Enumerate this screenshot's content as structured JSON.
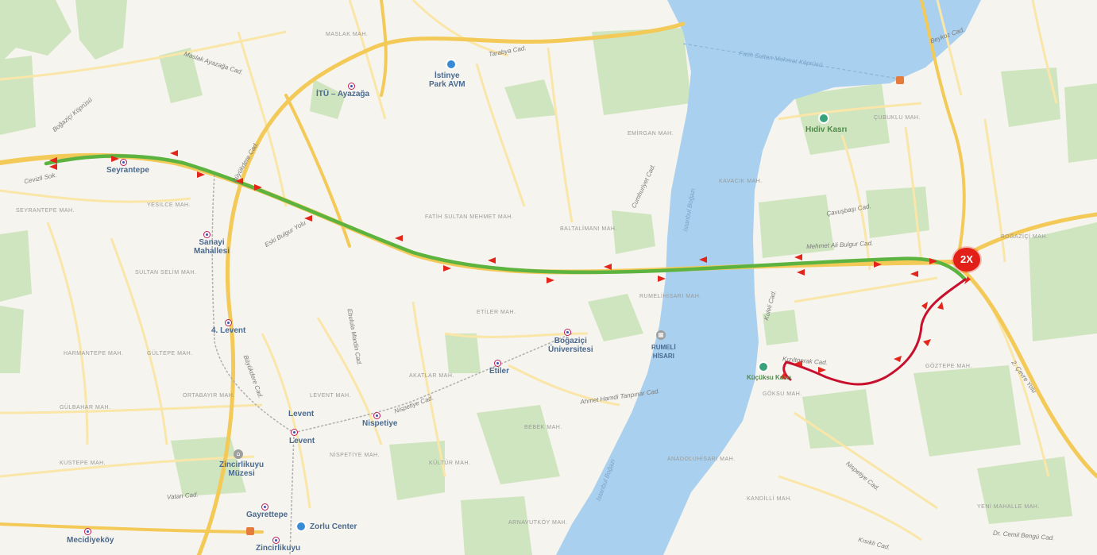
{
  "map": {
    "route_badge": "2X",
    "colors": {
      "water": "#a9d0ee",
      "land": "#f6f4ee",
      "park": "#cfe5bf",
      "highway": "#f3c958",
      "minor_road": "#f9e6a8",
      "route_green": "#5cb340",
      "route_red": "#c8102e",
      "arrow_red": "#e3251b",
      "badge": "#e32018"
    },
    "pois": [
      {
        "id": "seyrantepe",
        "label": "Seyrantepe",
        "kind": "metro"
      },
      {
        "id": "sanayi",
        "label": "Sanayi\nMahallesi",
        "kind": "metro"
      },
      {
        "id": "levent4",
        "label": "4. Levent",
        "kind": "metro"
      },
      {
        "id": "levent",
        "label": "Levent",
        "kind": "metro"
      },
      {
        "id": "nispetiye",
        "label": "Nispetiye",
        "kind": "metro"
      },
      {
        "id": "itu",
        "label": "İTÜ – Ayazağa",
        "kind": "metro"
      },
      {
        "id": "istinye",
        "label": "İstinye\nPark AVM",
        "kind": "pin"
      },
      {
        "id": "bogazici",
        "label": "Boğaziçi\nÜniversitesi",
        "kind": "metro"
      },
      {
        "id": "etiler",
        "label": "Etiler",
        "kind": "metro"
      },
      {
        "id": "zincirlikuyu_muzesi",
        "label": "Zincirlikuyu\nMüzesi",
        "kind": "museum"
      },
      {
        "id": "zorlu",
        "label": "Zorlu Center",
        "kind": "pin"
      },
      {
        "id": "zincirlikuyu",
        "label": "Zincirlikuyu",
        "kind": "metro"
      },
      {
        "id": "gayrettepe",
        "label": "Gayrettepe",
        "kind": "metro"
      },
      {
        "id": "mecidiyekoy",
        "label": "Mecidiyeköy",
        "kind": "metro"
      },
      {
        "id": "hidiv",
        "label": "Hıdiv Kasrı",
        "kind": "pin-green"
      },
      {
        "id": "rumeli",
        "label": "RUMELİ\nHİSARI",
        "kind": "museum"
      },
      {
        "id": "kucuksu",
        "label": "Küçüksu Kasrı",
        "kind": "pin-green"
      }
    ],
    "streets": [
      {
        "label": "Maslak Ayazağa Cad."
      },
      {
        "label": "Büyükdere Cad."
      },
      {
        "label": "Eski Bulgur Yolu"
      },
      {
        "label": "Tarabya Cad."
      },
      {
        "label": "Cevizli Sok."
      },
      {
        "label": "Nispetiye Cad."
      },
      {
        "label": "Ebulula Mardin Cad."
      },
      {
        "label": "Cumhuriyet Cad."
      },
      {
        "label": "Büyükdere Cad."
      },
      {
        "label": "Mehmet Ali Bulgur Cad."
      },
      {
        "label": "Kızıltoprak Cad."
      },
      {
        "label": "2. Çevre Yolu"
      },
      {
        "label": "Vatan Cad."
      },
      {
        "label": "Beykoz Cad."
      },
      {
        "label": "Çavuşbaşı Cad."
      },
      {
        "label": "Kuleli Cad."
      },
      {
        "label": "Fatih Sultan Mehmet Köprüsü"
      },
      {
        "label": "Ahmet Hamdi Tanpınar Cad."
      },
      {
        "label": "Nispetiye Cad."
      },
      {
        "label": "Dr. Cemil Bengü Cad."
      },
      {
        "label": "Kısıklı Cad."
      },
      {
        "label": "Boğaziçi Köprüsü"
      }
    ],
    "districts": [
      {
        "label": "MASLAK MAH."
      },
      {
        "label": "EMİRGAN MAH."
      },
      {
        "label": "BALTALİMANI MAH."
      },
      {
        "label": "FATİH SULTAN MEHMET MAH."
      },
      {
        "label": "ETİLER MAH."
      },
      {
        "label": "LEVENT MAH."
      },
      {
        "label": "KÜLTÜR MAH."
      },
      {
        "label": "AKATLAR MAH."
      },
      {
        "label": "NİSPETİYE MAH."
      },
      {
        "label": "ORTABAYIR MAH."
      },
      {
        "label": "GÜLTEPE MAH."
      },
      {
        "label": "HARMANTEPE MAH."
      },
      {
        "label": "SULTAN SELİM MAH."
      },
      {
        "label": "GÜLBAHAR MAH."
      },
      {
        "label": "KUSTEPE MAH."
      },
      {
        "label": "YESILCE MAH."
      },
      {
        "label": "ÇUBUKLU MAH."
      },
      {
        "label": "KAVACIK MAH."
      },
      {
        "label": "GÖKSU MAH."
      },
      {
        "label": "GÖZTEPE MAH."
      },
      {
        "label": "ANADOLUHİSARI MAH."
      },
      {
        "label": "KANDİLLİ MAH."
      },
      {
        "label": "YENİ MAHALLE MAH."
      },
      {
        "label": "BOĞAZİÇİ MAH."
      },
      {
        "label": "SEYRANTEPE MAH."
      },
      {
        "label": "RUMELİHİSARI MAH."
      },
      {
        "label": "BEBEK MAH."
      },
      {
        "label": "ARNAVUTKÖY MAH."
      }
    ],
    "water_labels": [
      {
        "label": "Fatih Sultan Mehmet Köprüsü"
      },
      {
        "label": "İstanbul Boğazı"
      },
      {
        "label": "İstanbul Boğazı"
      }
    ]
  }
}
